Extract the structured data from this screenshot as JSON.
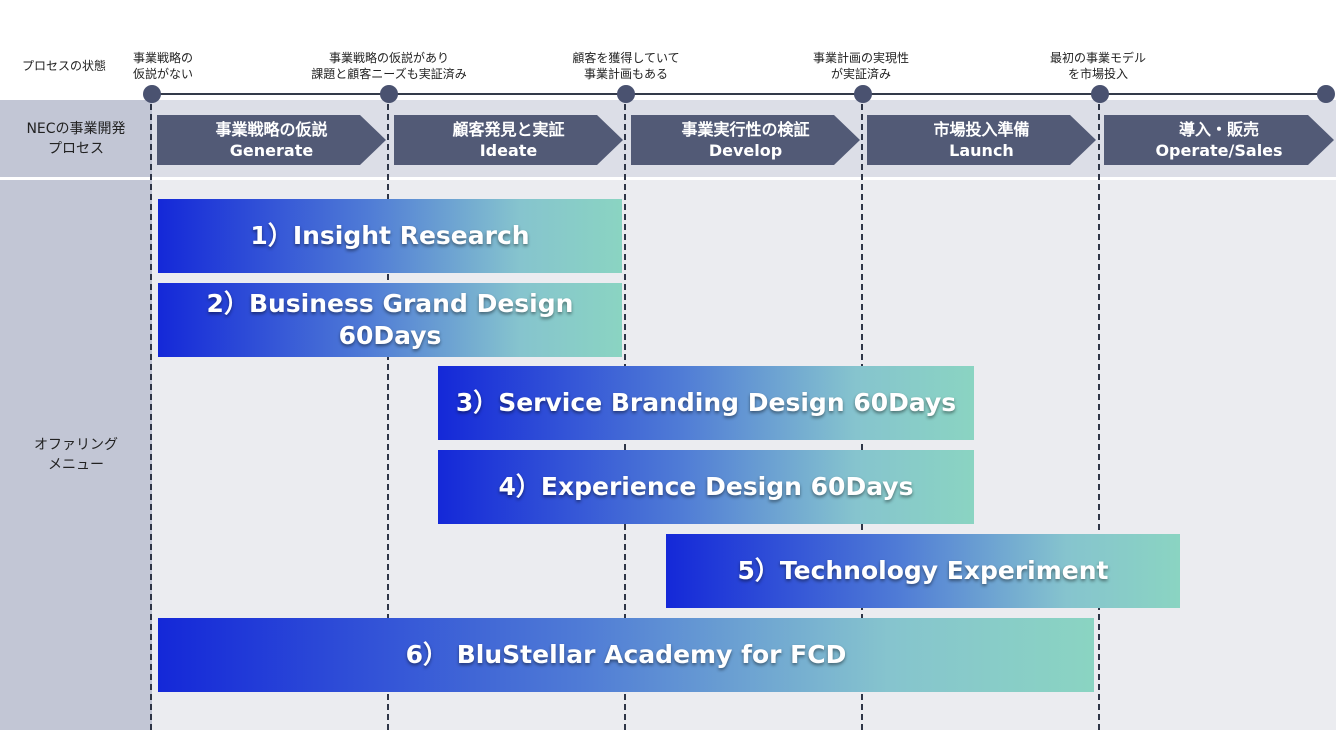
{
  "labels": {
    "status_row": "プロセスの状態",
    "process_row": "NECの事業開発\nプロセス",
    "offering_row": "オファリング\nメニュー"
  },
  "milestones": [
    "事業戦略の\n仮説がない",
    "事業戦略の仮説があり\n課題と顧客ニーズも実証済み",
    "顧客を獲得していて\n事業計画もある",
    "事業計画の実現性\nが実証済み",
    "最初の事業モデル\nを市場投入"
  ],
  "phases": [
    {
      "jp": "事業戦略の仮説",
      "en": "Generate"
    },
    {
      "jp": "顧客発見と実証",
      "en": "Ideate"
    },
    {
      "jp": "事業実行性の検証",
      "en": "Develop"
    },
    {
      "jp": "市場投入準備",
      "en": "Launch"
    },
    {
      "jp": "導入・販売",
      "en": "Operate/Sales"
    }
  ],
  "offerings": [
    "1）Insight Research",
    "2）Business Grand Design\n60Days",
    "3）Service Branding Design 60Days",
    "4）Experience Design 60Days",
    "5）Technology Experiment",
    "6） BluStellar Academy for FCD"
  ],
  "colors": {
    "phase_fill": "#525a76",
    "gradient_start": "#1428d8",
    "gradient_end": "#8ad4c2",
    "row_header": "#c2c6d5"
  }
}
